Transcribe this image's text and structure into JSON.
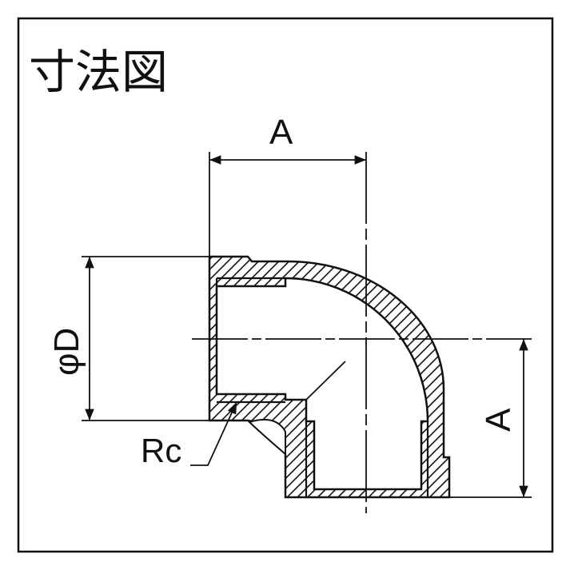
{
  "title": "寸法図",
  "labels": {
    "top_dimension": "A",
    "diameter": "φD",
    "right_dimension": "A",
    "thread": "Rc"
  },
  "colors": {
    "line": "#111111",
    "background": "#ffffff"
  }
}
